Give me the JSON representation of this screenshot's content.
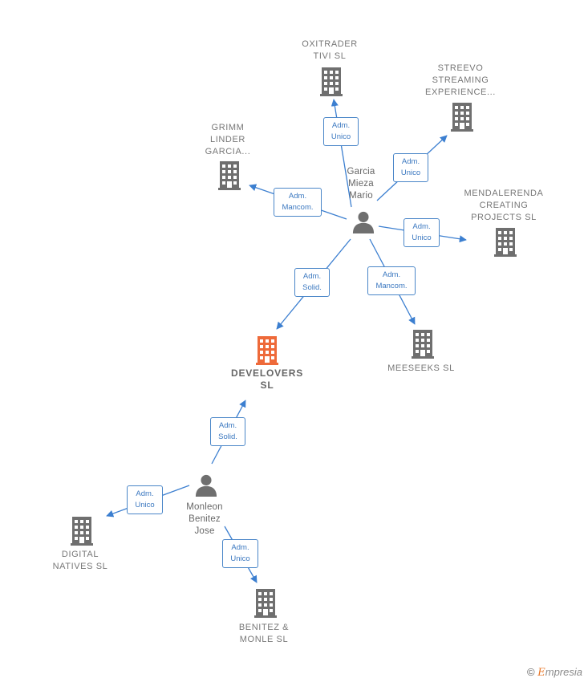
{
  "colors": {
    "edge": "#3c7fd0",
    "building": "#6f6f6f",
    "building_main": "#ee6a3a",
    "person": "#6f6f6f",
    "label": "#777777"
  },
  "nodes": {
    "oxitrader": {
      "label": "OXITRADER\nTIVI  SL",
      "icon": "building-icon"
    },
    "streevo": {
      "label": "STREEVO\nSTREAMING\nEXPERIENCE...",
      "icon": "building-icon"
    },
    "grimm": {
      "label": "GRIMM\nLINDER\nGARCIA...",
      "icon": "building-icon"
    },
    "mendalerenda": {
      "label": "MENDALERENDA\nCREATING\nPROJECTS  SL",
      "icon": "building-icon"
    },
    "garcia": {
      "label": "Garcia\nMieza\nMario",
      "icon": "person-icon"
    },
    "meeseeks": {
      "label": "MEESEEKS  SL",
      "icon": "building-icon"
    },
    "develovers": {
      "label": "DEVELOVERS\nSL",
      "icon": "building-icon"
    },
    "monleon": {
      "label": "Monleon\nBenitez\nJose",
      "icon": "person-icon"
    },
    "digital": {
      "label": "DIGITAL\nNATIVES SL",
      "icon": "building-icon"
    },
    "benitez": {
      "label": "BENITEZ &\nMONLE  SL",
      "icon": "building-icon"
    }
  },
  "edges": {
    "garcia_oxitrader": "Adm.\nUnico",
    "garcia_streevo": "Adm.\nUnico",
    "garcia_grimm": "Adm.\nMancom.",
    "garcia_mendalerenda": "Adm.\nUnico",
    "garcia_develovers": "Adm.\nSolid.",
    "garcia_meeseeks": "Adm.\nMancom.",
    "monleon_develovers": "Adm.\nSolid.",
    "monleon_digital": "Adm.\nUnico",
    "monleon_benitez": "Adm.\nUnico"
  },
  "footer": {
    "copyright": "©",
    "brand_initial": "E",
    "brand_rest": "mpresia"
  }
}
